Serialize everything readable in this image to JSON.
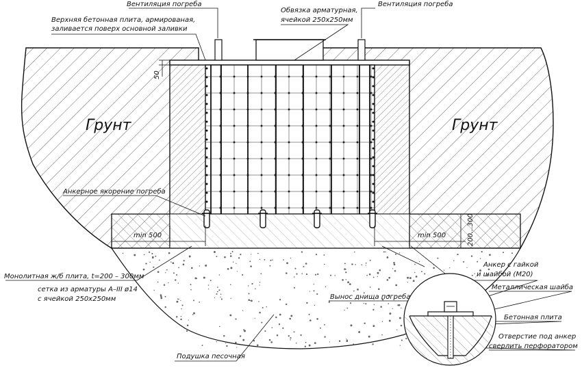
{
  "labels": {
    "vent_left": "Вентиляция погреба",
    "vent_right": "Вентиляция погреба",
    "top_slab_1": "Верхняя бетонная плита, армированая,",
    "top_slab_2": "заливается поверх основной заливки",
    "rebar_1": "Обвязка арматурная,",
    "rebar_2": "ячейкой 250х250мм",
    "dim_50": "50",
    "ground_left": "Грунт",
    "ground_right": "Грунт",
    "anchor_label": "Анкерное якорение погреба",
    "min_left": "min 500",
    "min_right": "min 500",
    "dim_200_300": "200...300",
    "slab_1": "Монолитная ж/б плита, t=200 – 300мм",
    "slab_2": "сетка из арматуры А–III ø14",
    "slab_3": "с ячейкой 250х250мм",
    "bottom_ext": "Вынос днища погреба",
    "sand": "Подушка песочная",
    "anchor_nut_1": "Анкер с гайкой",
    "anchor_nut_2": "и шайбой (М20)",
    "washer": "Металлическая шайба",
    "concrete": "Бетонная плита",
    "hole_1": "Отверстие под анкер",
    "hole_2": "сверлить перфоратором"
  },
  "colors": {
    "line": "#111111",
    "hatch": "#555555",
    "sand_dots": "#666666",
    "background": "#ffffff"
  }
}
